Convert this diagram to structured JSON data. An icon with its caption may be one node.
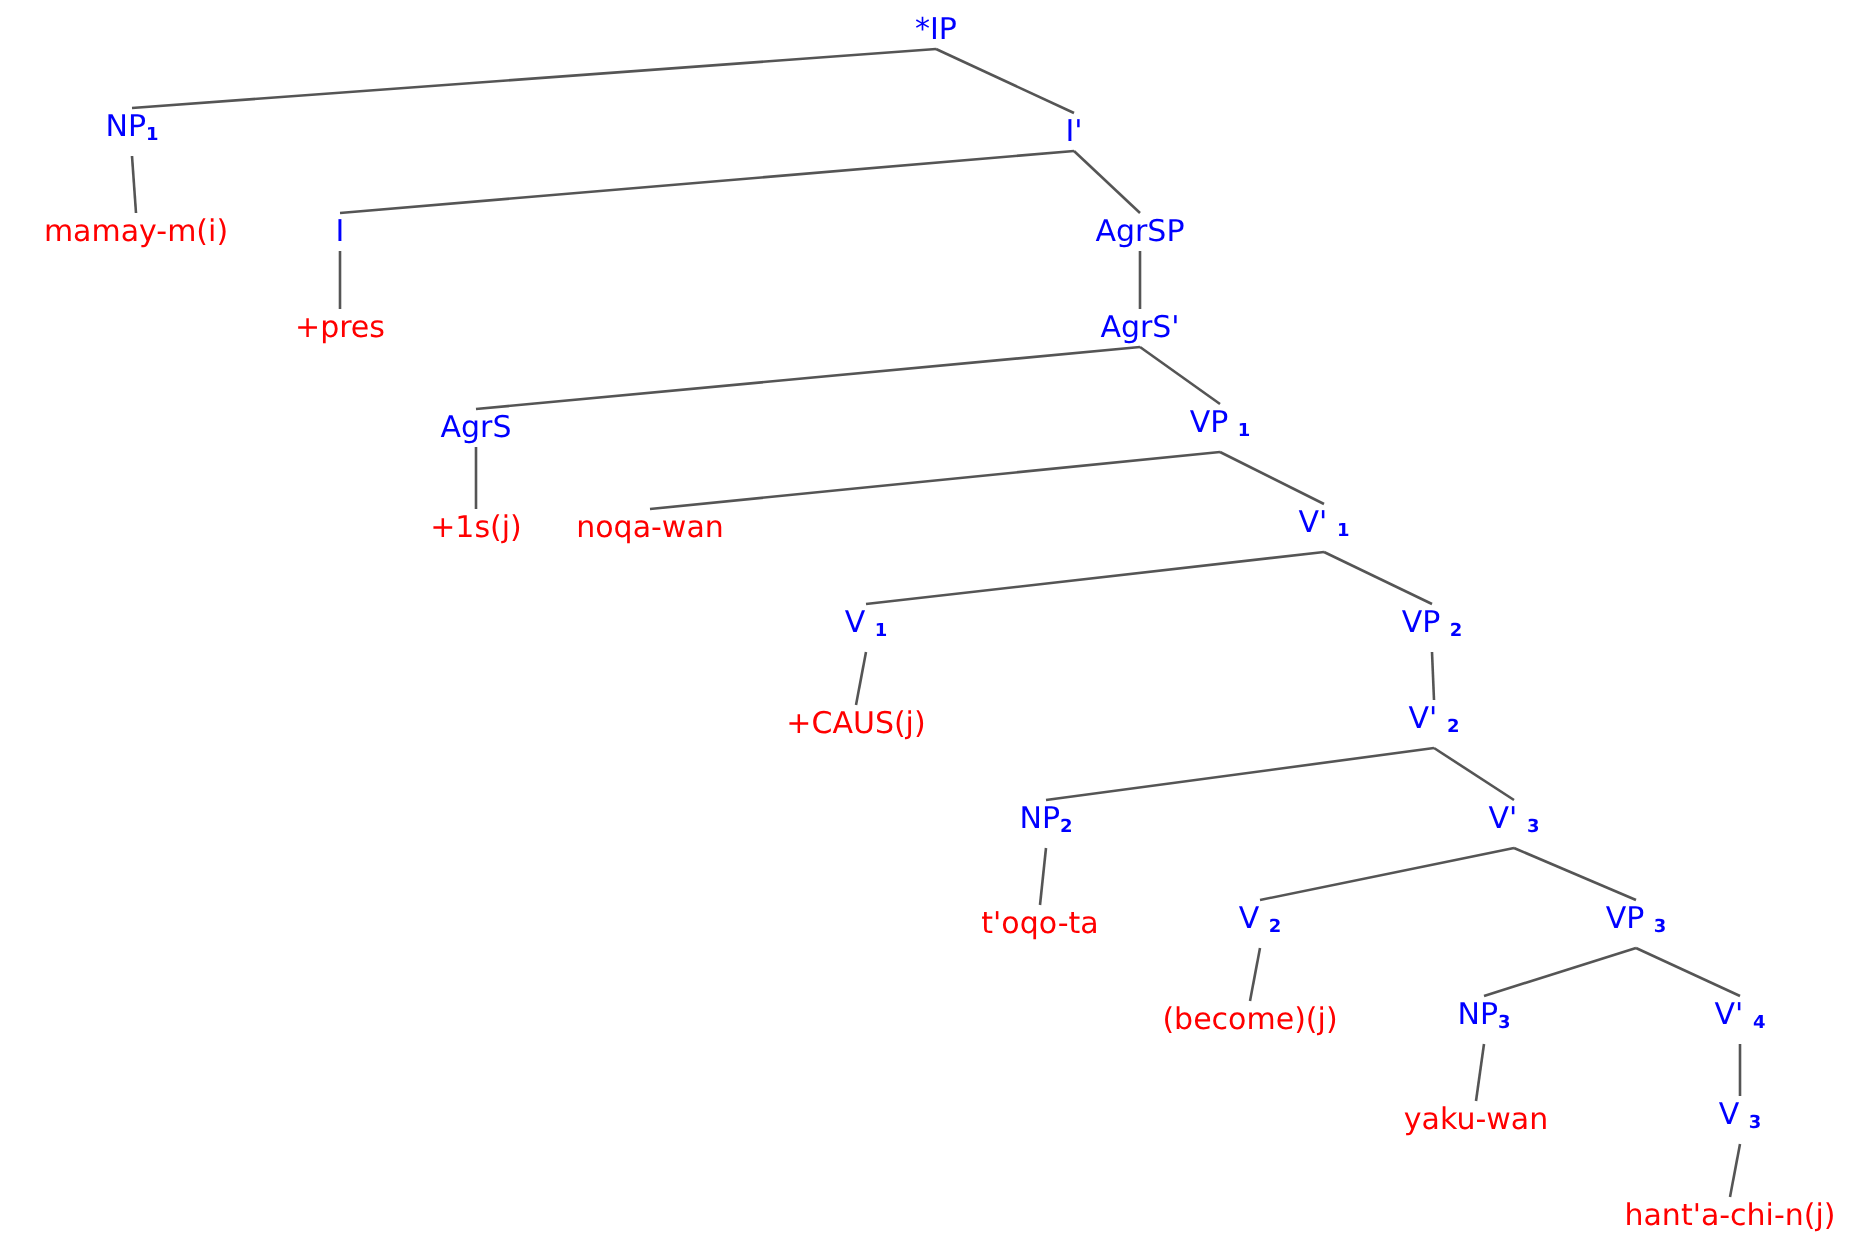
{
  "diagram": {
    "nodes": [
      {
        "text": [
          "*IP"
        ]
      },
      {
        "text": [
          "NP$_{1}$"
        ]
      },
      {
        "text": [
          "mamay-m(i)"
        ]
      },
      {
        "text": [
          "I'"
        ]
      },
      {
        "text": [
          "I"
        ]
      },
      {
        "text": [
          "+pres"
        ]
      },
      {
        "text": [
          "AgrSP"
        ]
      },
      {
        "text": [
          "AgrS'"
        ]
      },
      {
        "text": [
          "AgrS"
        ]
      },
      {
        "text": [
          "+1s(j)"
        ]
      },
      {
        "text": [
          "VP $_{1}$"
        ]
      },
      {
        "text": [
          "noqa-wan"
        ]
      },
      {
        "text": [
          "V' $_{1}$"
        ]
      },
      {
        "text": [
          "V $_{1}$"
        ]
      },
      {
        "text": [
          "+CAUS(j)"
        ]
      },
      {
        "text": [
          "VP $_{2}$"
        ]
      },
      {
        "text": [
          "V' $_{2}$"
        ]
      },
      {
        "text": [
          "NP$_{2}$"
        ]
      },
      {
        "text": [
          "t'oqo-ta"
        ]
      },
      {
        "text": [
          "V' $_{3}$"
        ]
      },
      {
        "text": [
          "V $_{2}$"
        ]
      },
      {
        "text": [
          "(become)(j)"
        ]
      },
      {
        "text": [
          "VP $_{3}$"
        ]
      },
      {
        "text": [
          "NP$_{3}$"
        ]
      },
      {
        "text": [
          "yaku-wan"
        ]
      },
      {
        "text": [
          "V' $_{4}$"
        ]
      },
      {
        "text": [
          "V $_{3}$"
        ]
      },
      {
        "text": [
          "hant'a-chi-n(j)"
        ]
      }
    ],
    "edges": [
      {
        "from": 0,
        "to": 1,
        "arrow": "none"
      },
      {
        "from": 0,
        "to": 3,
        "arrow": "none"
      },
      {
        "from": 1,
        "to": 2,
        "arrow": "none"
      },
      {
        "from": 3,
        "to": 4,
        "arrow": "none"
      },
      {
        "from": 3,
        "to": 6,
        "arrow": "none"
      },
      {
        "from": 4,
        "to": 5,
        "arrow": "none"
      },
      {
        "from": 6,
        "to": 7,
        "arrow": "none"
      },
      {
        "from": 7,
        "to": 8,
        "arrow": "none"
      },
      {
        "from": 7,
        "to": 10,
        "arrow": "none"
      },
      {
        "from": 8,
        "to": 9,
        "arrow": "none"
      },
      {
        "from": 10,
        "to": 11,
        "arrow": "none"
      },
      {
        "from": 10,
        "to": 12,
        "arrow": "none"
      },
      {
        "from": 12,
        "to": 13,
        "arrow": "none"
      },
      {
        "from": 12,
        "to": 15,
        "arrow": "none"
      },
      {
        "from": 13,
        "to": 14,
        "arrow": "none"
      },
      {
        "from": 15,
        "to": 16,
        "arrow": "none"
      },
      {
        "from": 16,
        "to": 17,
        "arrow": "none"
      },
      {
        "from": 16,
        "to": 19,
        "arrow": "none"
      },
      {
        "from": 17,
        "to": 18,
        "arrow": "none"
      },
      {
        "from": 19,
        "to": 20,
        "arrow": "none"
      },
      {
        "from": 19,
        "to": 22,
        "arrow": "none"
      },
      {
        "from": 20,
        "to": 21,
        "arrow": "none"
      },
      {
        "from": 22,
        "to": 23,
        "arrow": "none"
      },
      {
        "from": 22,
        "to": 25,
        "arrow": "none"
      },
      {
        "from": 23,
        "to": 24,
        "arrow": "none"
      },
      {
        "from": 25,
        "to": 26,
        "arrow": "none"
      },
      {
        "from": 26,
        "to": 27,
        "arrow": "none"
      }
    ]
  }
}
